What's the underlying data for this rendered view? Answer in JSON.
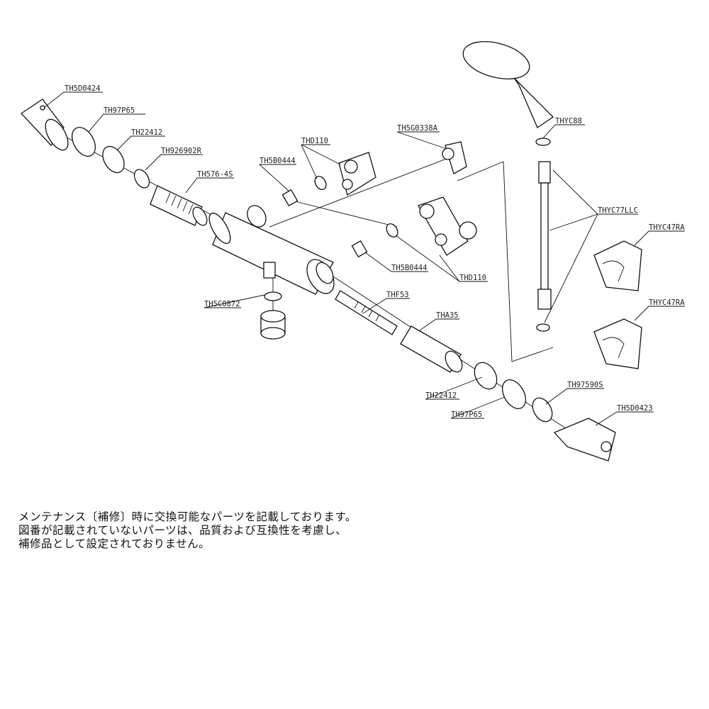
{
  "labels": {
    "l1": "TH5D0424",
    "l2": "TH97P65",
    "l3": "TH22412",
    "l4": "TH926902R",
    "l5": "TH576-4S",
    "l6": "THD110",
    "l7": "TH5B0444",
    "l8": "TH5G0338A",
    "l9": "THYC88",
    "l10": "THYC77LLC",
    "l11": "THYC47RA",
    "l12": "THYC47RA",
    "l13": "TH5B0444",
    "l14": "THD110",
    "l15": "TH5C0872",
    "l16": "THF53",
    "l17": "THA35",
    "l18": "TH22412",
    "l19": "TH97P65",
    "l20": "TH97590S",
    "l21": "TH5D0423"
  },
  "note": {
    "line1": "メンテナンス〔補修〕時に交換可能なパーツを記載しております。",
    "line2": "図番が記載されていないパーツは、品質および互換性を考慮し、",
    "line3": "補修品として設定されておりません。"
  }
}
